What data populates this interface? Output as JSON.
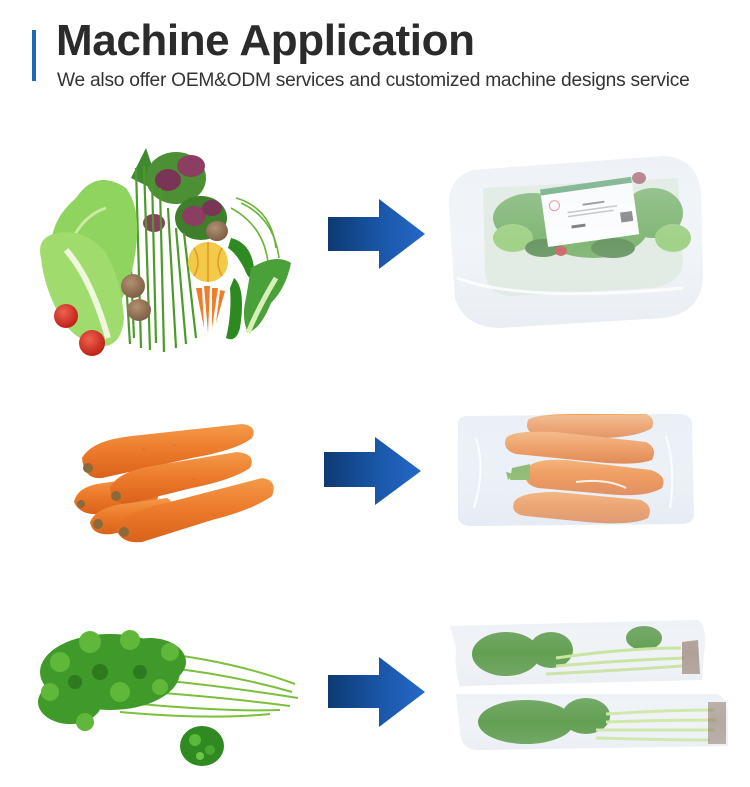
{
  "header": {
    "title": "Machine Application",
    "subtitle": "We also offer OEM&ODM services and customized machine designs service",
    "accent_color": "#1f66b3",
    "title_color": "#2b2b2b",
    "subtitle_color": "#333333"
  },
  "arrow": {
    "icon": "arrow-right-icon",
    "gradient_start": "#0e3a72",
    "gradient_end": "#2468c8"
  },
  "rows": [
    {
      "raw": "mixed-vegetables-image",
      "raw_contents": [
        "lettuce",
        "napa cabbage",
        "red amaranth",
        "chives",
        "potatoes",
        "tomatoes",
        "squash",
        "carrots",
        "green peppers",
        "bok choy"
      ],
      "packed": "packaged-salad-tray-image"
    },
    {
      "raw": "carrots-image",
      "raw_contents": [
        "carrots"
      ],
      "packed": "bagged-carrots-image"
    },
    {
      "raw": "cilantro-image",
      "raw_contents": [
        "cilantro bunch",
        "chopped cilantro"
      ],
      "packed": "bagged-cilantro-image"
    }
  ]
}
